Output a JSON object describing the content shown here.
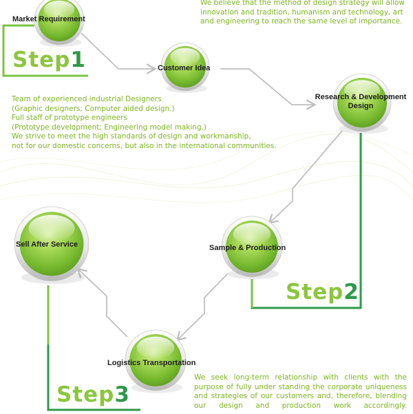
{
  "colors": {
    "accent_green": "#8cc63f",
    "dark_green": "#2c9a48",
    "connector_gray": "#bfbfbf",
    "text_green": "#7cb51f"
  },
  "intro_text": {
    "lines": [
      "We believe that the method of design strategy will allow",
      "innovation and tradition, humanism and technology, art",
      "and engineering to reach the same level of importance."
    ]
  },
  "team_text": {
    "lines": [
      "Team of experienced industrial Designers",
      "(Graphic designers; Computer aided design.)",
      "Full staff of prototype engineers",
      "(Prototype development; Engineering model making.)",
      "We strive to meet the high standards of design and workmanship,",
      "not for our domestic concerns, but also in the international communities."
    ]
  },
  "closing_text": {
    "lines": [
      "We seek long-term relationship with clients with the",
      "purpose of fully under standing the corporate uniqueness",
      "and strategies of our customers and, therefore, blending",
      "our design and production work accordingly."
    ]
  },
  "nodes": [
    {
      "id": "market-requirement",
      "label": "Market Requirement"
    },
    {
      "id": "customer-idea",
      "label": "Customer Idea"
    },
    {
      "id": "research-development",
      "label_line1": "Research & Development",
      "label_line2": "Design"
    },
    {
      "id": "sample-production",
      "label": "Sample & Production"
    },
    {
      "id": "logistics-transportation",
      "label": "Logistics Transportation"
    },
    {
      "id": "sell-after-service",
      "label": "Sell After Service"
    }
  ],
  "steps": [
    {
      "word": "Step",
      "num": "1"
    },
    {
      "word": "Step",
      "num": "2"
    },
    {
      "word": "Step",
      "num": "3"
    }
  ]
}
